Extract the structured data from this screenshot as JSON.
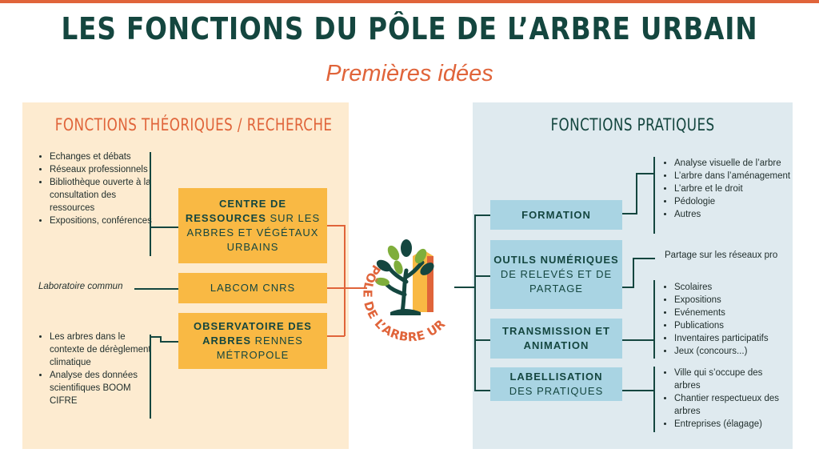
{
  "title": "LES FONCTIONS DU PÔLE DE L’ARBRE URBAIN",
  "subtitle": "Premières idées",
  "left": {
    "title": "FONCTIONS THÉORIQUES / RECHERCHE",
    "bullets_top": [
      "Echanges et débats",
      "Réseaux professionnels",
      "Bibliothèque ouverte à la consultation des ressources",
      "Expositions, conférences"
    ],
    "note": "Laboratoire commun",
    "bullets_bottom": [
      "Les arbres dans le contexte de dérèglement climatique",
      "Analyse des données scientifiques BOOM CIFRE"
    ],
    "boxes": [
      {
        "bold": "CENTRE DE RESSOURCES",
        "rest": " SUR LES ARBRES ET VÉGÉTAUX URBAINS"
      },
      {
        "bold": "",
        "rest": "LABCOM CNRS"
      },
      {
        "bold": "OBSERVATOIRE DES ARBRES",
        "rest": " RENNES MÉTROPOLE"
      }
    ]
  },
  "logo": {
    "text": "PÔLE DE L’ARBRE URBAIN",
    "colors": {
      "tree": "#14463f",
      "leaf": "#7fae3b",
      "building": "#f9b944",
      "building_shadow": "#e0643a"
    }
  },
  "right": {
    "title": "FONCTIONS PRATIQUES",
    "boxes": [
      {
        "bold": "FORMATION",
        "rest": ""
      },
      {
        "bold": "OUTILS NUMÉRIQUES",
        "rest": "DE RELEVÉS ET DE PARTAGE"
      },
      {
        "bold": "TRANSMISSION ET ANIMATION",
        "rest": ""
      },
      {
        "bold": "LABELLISATION",
        "rest": "DES PRATIQUES"
      }
    ],
    "formation_bullets": [
      "Analyse visuelle de l’arbre",
      "L’arbre dans l’aménagement",
      "L’arbre et le droit",
      "Pédologie",
      "Autres"
    ],
    "outils_note": "Partage sur les réseaux pro",
    "transmission_bullets": [
      "Scolaires",
      "Expositions",
      "Evénements",
      "Publications",
      "Inventaires participatifs",
      "Jeux (concours...)"
    ],
    "label_bullets": [
      "Ville qui s’occupe des arbres",
      "Chantier respectueux des arbres",
      "Entreprises (élagage)"
    ]
  },
  "colors": {
    "orange": "#e0643a",
    "dark_green": "#14463f",
    "box_orange": "#f9b944",
    "box_blue": "#a9d4e3",
    "panel_left": "#fdebd0",
    "panel_right": "#dfeaef"
  }
}
